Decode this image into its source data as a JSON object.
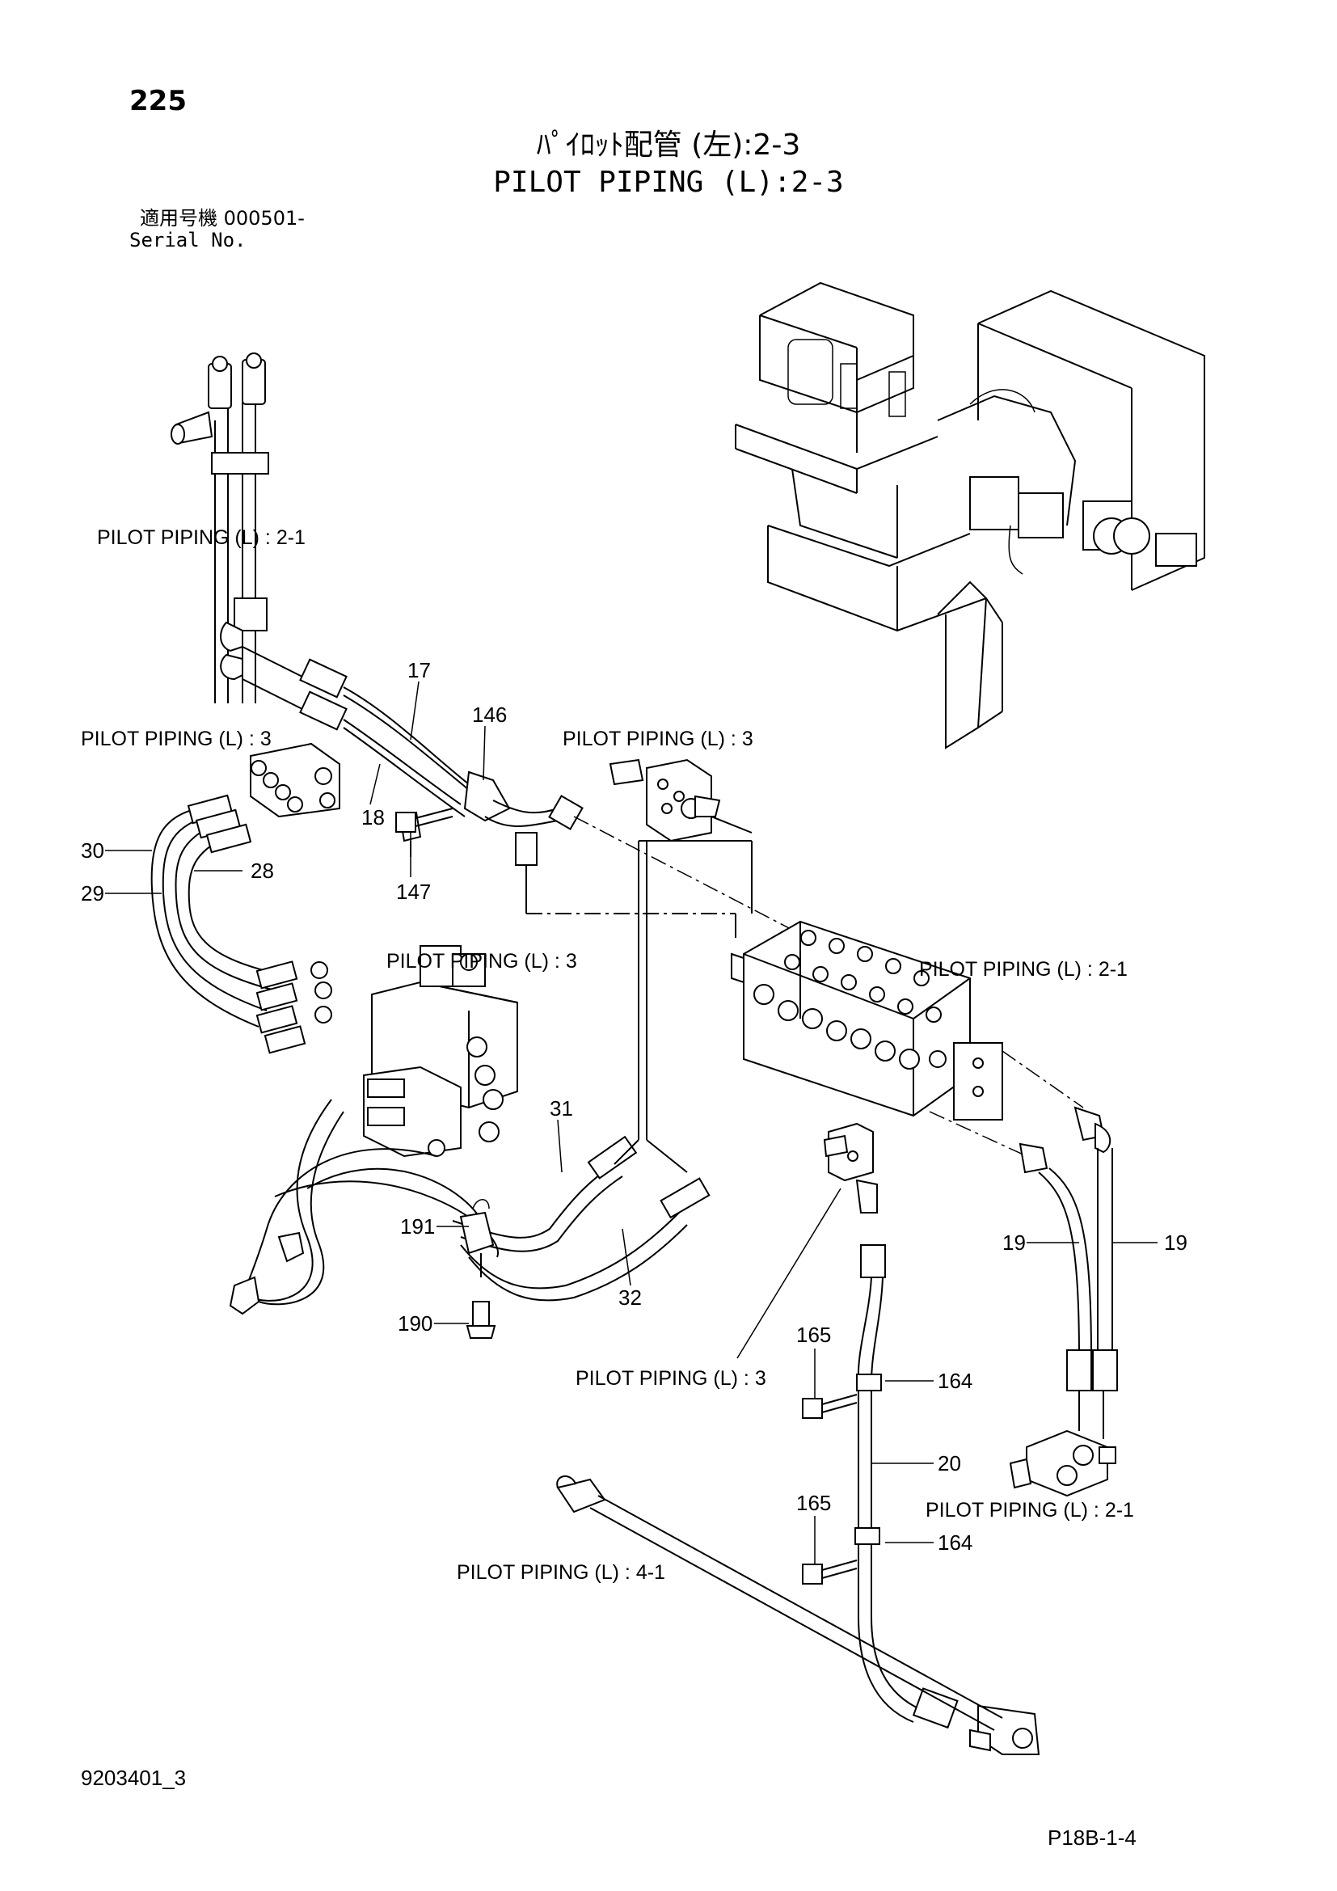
{
  "header": {
    "page_number": "225",
    "title_jp": "ﾊﾟｲﾛｯﾄ配管 (左):2-3",
    "title_en": "PILOT PIPING (L):2-3",
    "serial_jp": "適用号機 000501-",
    "serial_en": "Serial No."
  },
  "refs": {
    "r1": "PILOT PIPING (L) : 2-1",
    "r2": "PILOT PIPING (L) : 3",
    "r3": "PILOT PIPING (L) : 3",
    "r4": "PILOT PIPING (L) : 3",
    "r5": "PILOT PIPING (L) : 2-1",
    "r6": "PILOT PIPING (L) : 3",
    "r7": "PILOT PIPING (L) : 2-1",
    "r8": "PILOT PIPING (L) : 4-1"
  },
  "callouts": {
    "c17": "17",
    "c146": "146",
    "c18": "18",
    "c147": "147",
    "c30": "30",
    "c29": "29",
    "c28": "28",
    "c31": "31",
    "c191": "191",
    "c32": "32",
    "c190": "190",
    "c19a": "19",
    "c19b": "19",
    "c165a": "165",
    "c164a": "164",
    "c20": "20",
    "c165b": "165",
    "c164b": "164"
  },
  "footer": {
    "doc_code": "9203401_3",
    "figure_code": "P18B-1-4"
  }
}
